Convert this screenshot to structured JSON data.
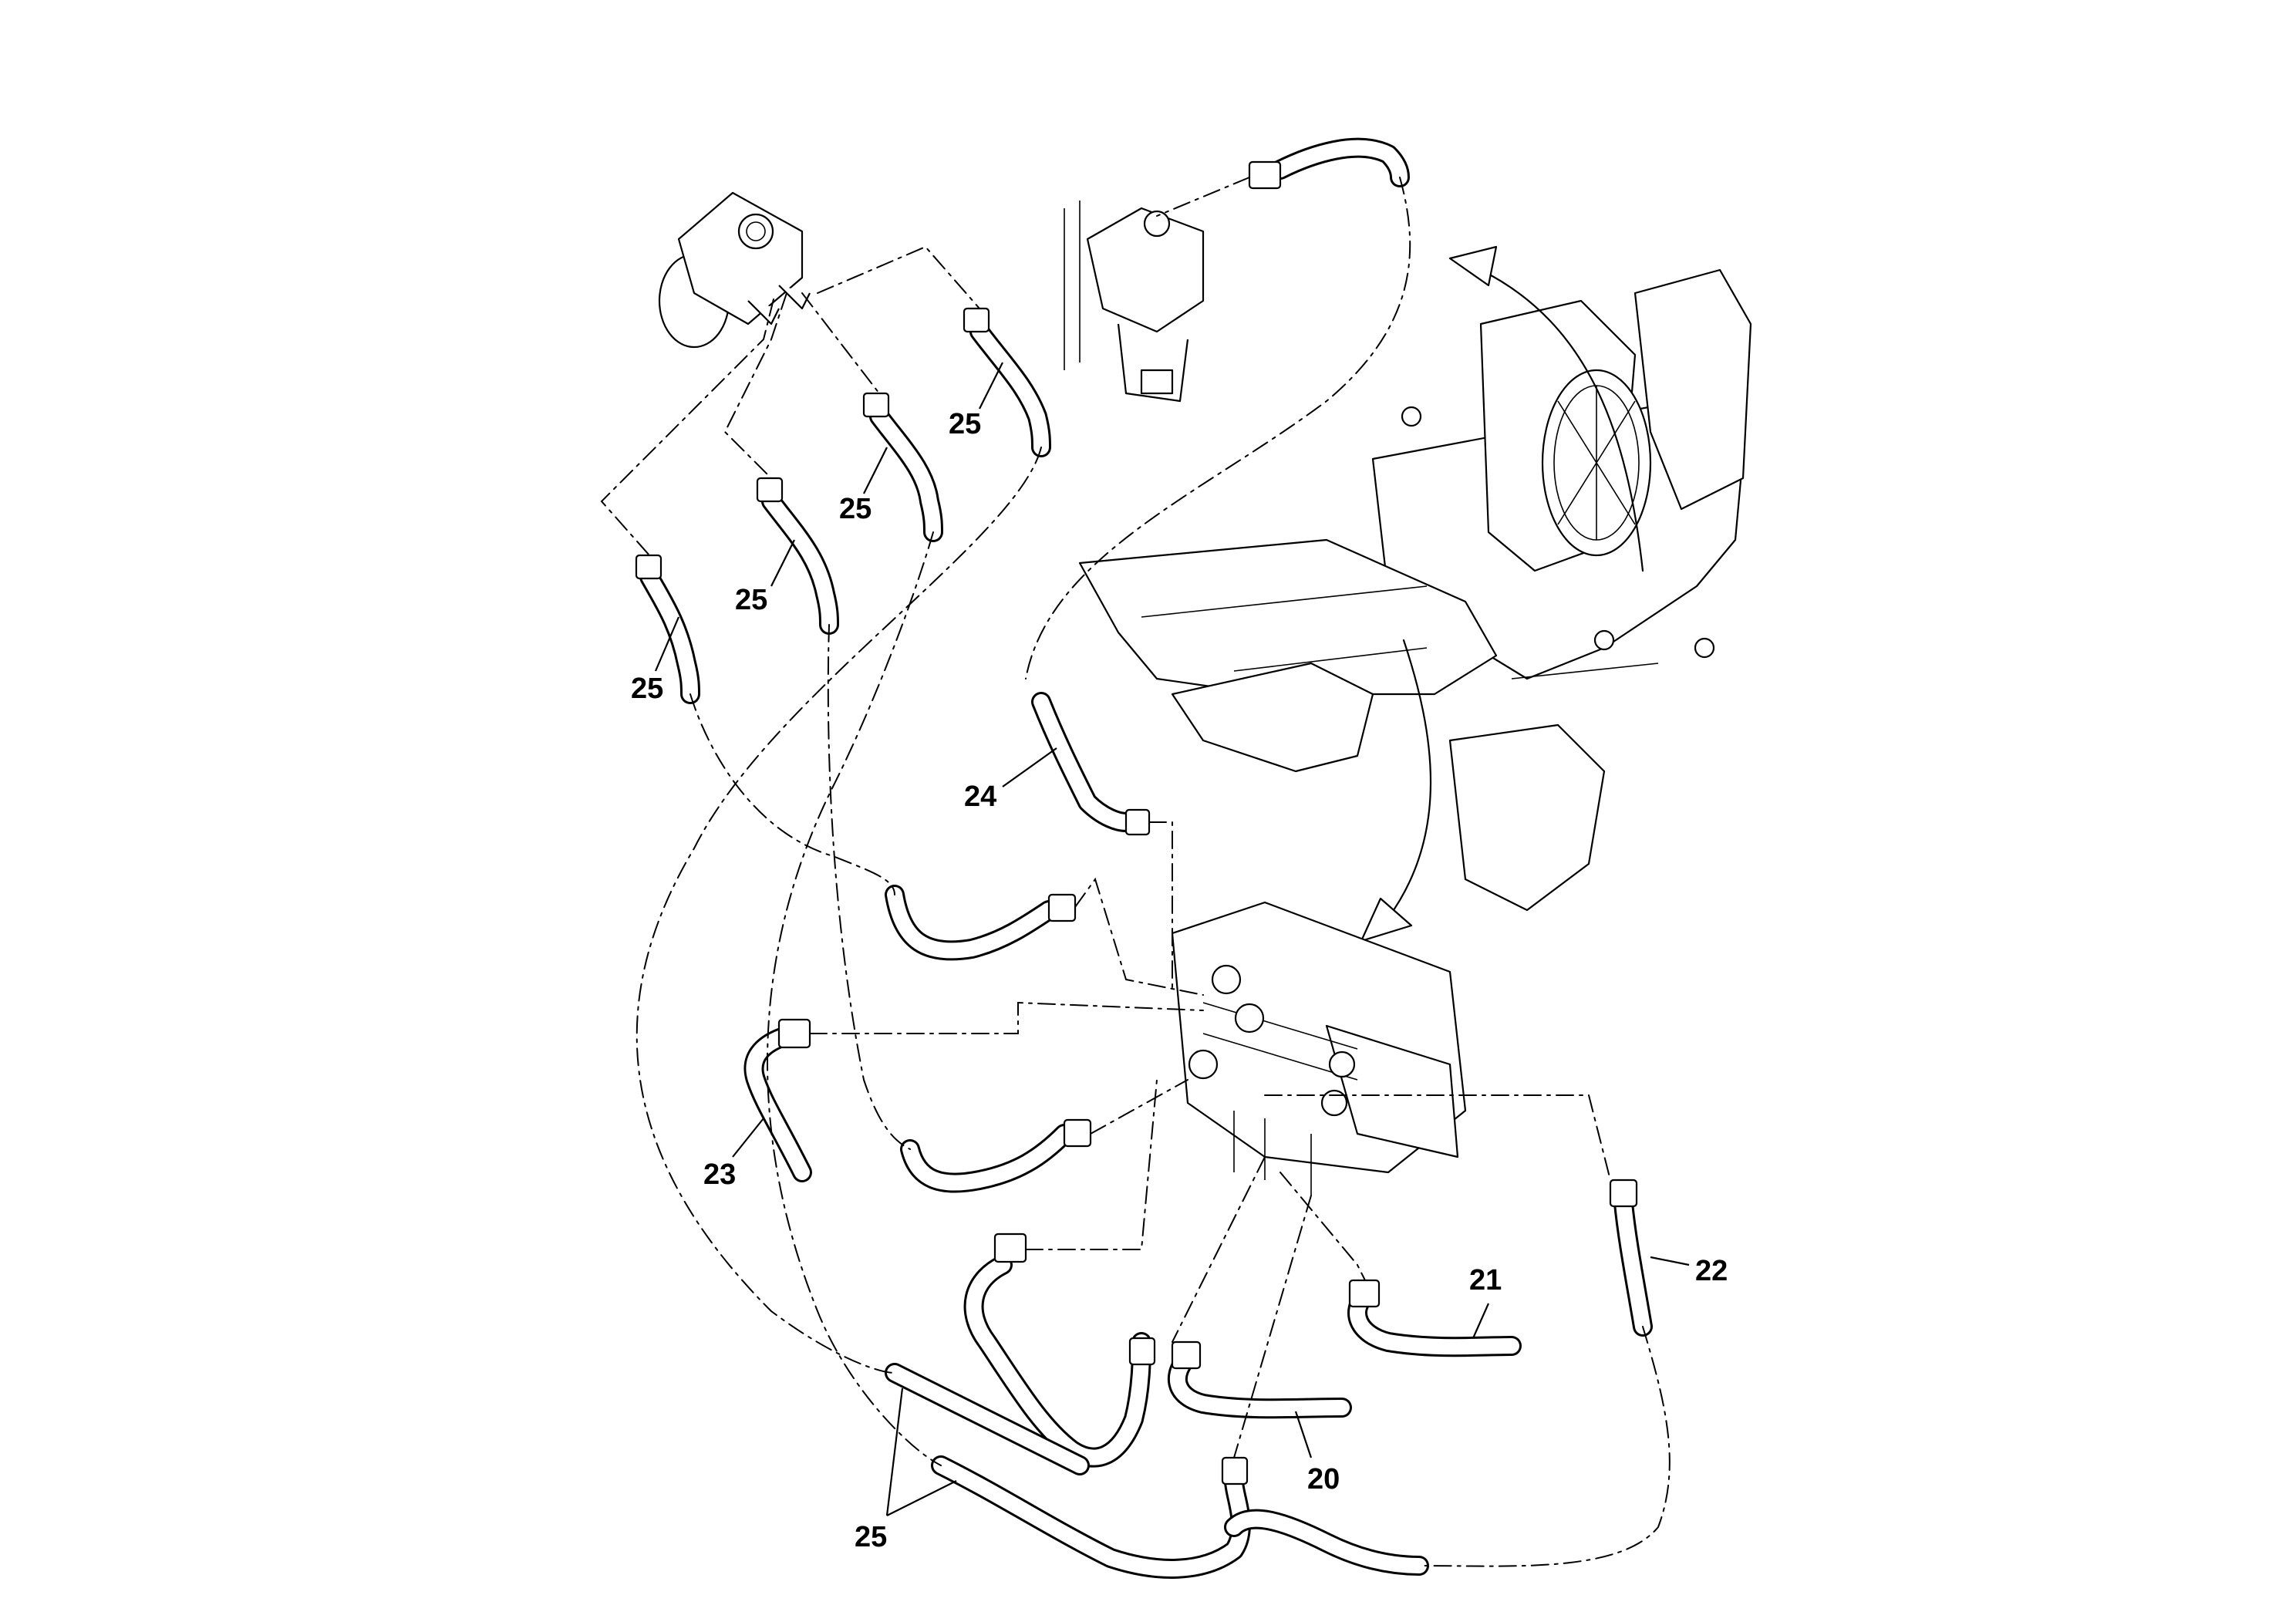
{
  "callouts": {
    "c25_a": "25",
    "c25_b": "25",
    "c25_c": "25",
    "c25_d": "25",
    "c25_e": "25",
    "c24": "24",
    "c23": "23",
    "c22": "22",
    "c21": "21",
    "c20": "20"
  }
}
